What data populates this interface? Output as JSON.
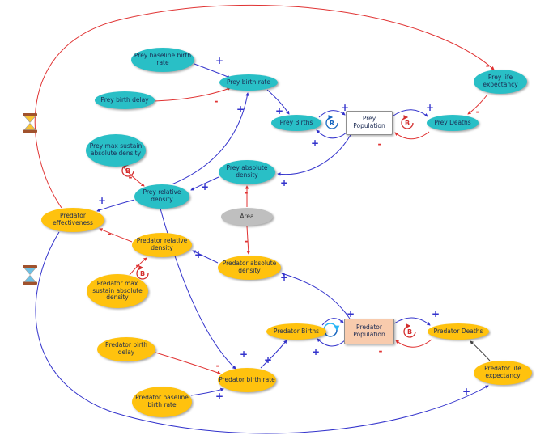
{
  "diagram": {
    "kind": "predator-prey stock and flow causal diagram"
  },
  "colors": {
    "prey_node": "#29BFC6",
    "predator_node": "#FFC20E",
    "area_node": "#BFBFBF",
    "prey_stock_bg": "#FFFFFF",
    "predator_stock_bg": "#F8CBAD",
    "positive_link": "#3333CC",
    "negative_link": "#E03232",
    "neutral_link": "#444444",
    "loop_reinforcing": "#1565C0",
    "loop_balancing": "#D32F2F"
  },
  "icons": {
    "prey_delay": "hourglass-icon",
    "predator_delay": "hourglass-icon"
  },
  "nodes": [
    {
      "id": "prey-baseline-birth-rate",
      "label": "Prey baseline birth rate"
    },
    {
      "id": "prey-birth-delay",
      "label": "Prey birth delay"
    },
    {
      "id": "prey-birth-rate",
      "label": "Prey birth rate"
    },
    {
      "id": "prey-births",
      "label": "Prey Births"
    },
    {
      "id": "prey-population",
      "label": "Prey Population"
    },
    {
      "id": "prey-deaths",
      "label": "Prey Deaths"
    },
    {
      "id": "prey-life-expectancy",
      "label": "Prey life expectancy"
    },
    {
      "id": "prey-max-sustain-absolute-density",
      "label": "Prey max sustain absolute density"
    },
    {
      "id": "prey-absolute-density",
      "label": "Prey absolute density"
    },
    {
      "id": "prey-relative-density",
      "label": "Prey relative density"
    },
    {
      "id": "predator-effectiveness",
      "label": "Predator effectiveness"
    },
    {
      "id": "area",
      "label": "Area"
    },
    {
      "id": "predator-relative-density",
      "label": "Predator relative density"
    },
    {
      "id": "predator-absolute-density",
      "label": "Predator absolute density"
    },
    {
      "id": "predator-max-sustain-absolute-density",
      "label": "Predator max sustain absolute density"
    },
    {
      "id": "predator-births",
      "label": "Predator Births"
    },
    {
      "id": "predator-population",
      "label": "Predator Population"
    },
    {
      "id": "predator-deaths",
      "label": "Predator Deaths"
    },
    {
      "id": "predator-life-expectancy",
      "label": "Predator life expectancy"
    },
    {
      "id": "predator-birth-delay",
      "label": "Predator birth delay"
    },
    {
      "id": "predator-birth-rate",
      "label": "Predator birth rate"
    },
    {
      "id": "predator-baseline-birth-rate",
      "label": "Predator baseline birth rate"
    }
  ],
  "loops": [
    {
      "label": "R",
      "type": "reinforcing"
    },
    {
      "label": "B",
      "type": "balancing"
    },
    {
      "label": "B",
      "type": "balancing"
    },
    {
      "label": "B",
      "type": "balancing"
    },
    {
      "label": "",
      "type": "reinforcing"
    },
    {
      "label": "B",
      "type": "balancing"
    }
  ],
  "signs": [
    {
      "text": "+",
      "polarity": "positive"
    },
    {
      "text": "-",
      "polarity": "negative"
    },
    {
      "text": "+",
      "polarity": "positive"
    },
    {
      "text": "+",
      "polarity": "positive"
    },
    {
      "text": "+",
      "polarity": "positive"
    },
    {
      "text": "+",
      "polarity": "positive"
    },
    {
      "text": "+",
      "polarity": "positive"
    },
    {
      "text": "-",
      "polarity": "negative"
    },
    {
      "text": "-",
      "polarity": "negative"
    },
    {
      "text": "-",
      "polarity": "negative"
    },
    {
      "text": "+",
      "polarity": "positive"
    },
    {
      "text": "-",
      "polarity": "negative"
    },
    {
      "text": "+",
      "polarity": "positive"
    },
    {
      "text": "-",
      "polarity": "negative"
    },
    {
      "text": "+",
      "polarity": "positive"
    },
    {
      "text": "-",
      "polarity": "negative"
    },
    {
      "text": "+",
      "polarity": "positive"
    },
    {
      "text": "-",
      "polarity": "negative"
    },
    {
      "text": "-",
      "polarity": "negative"
    },
    {
      "text": "+",
      "polarity": "positive"
    },
    {
      "text": "+",
      "polarity": "positive"
    },
    {
      "text": "-",
      "polarity": "negative"
    },
    {
      "text": "+",
      "polarity": "positive"
    },
    {
      "text": "+",
      "polarity": "positive"
    },
    {
      "text": "+",
      "polarity": "positive"
    },
    {
      "text": "+",
      "polarity": "positive"
    },
    {
      "text": "+",
      "polarity": "positive"
    },
    {
      "text": "-",
      "polarity": "negative"
    },
    {
      "text": "+",
      "polarity": "positive"
    }
  ]
}
